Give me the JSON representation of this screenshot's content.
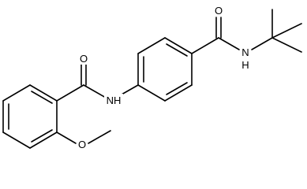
{
  "molecule": {
    "atoms": {
      "carbonyl_oxygen_benzamide": "O",
      "carbonyl_oxygen_tbutyl_amide": "O",
      "amide_nitrogen_anilide": "NH",
      "amide_nitrogen_tbutyl": "N",
      "amide_hydrogen_tbutyl": "H",
      "ether_oxygen_methoxy": "O"
    }
  },
  "colors": {
    "bond": "#000000",
    "background": "#ffffff"
  }
}
